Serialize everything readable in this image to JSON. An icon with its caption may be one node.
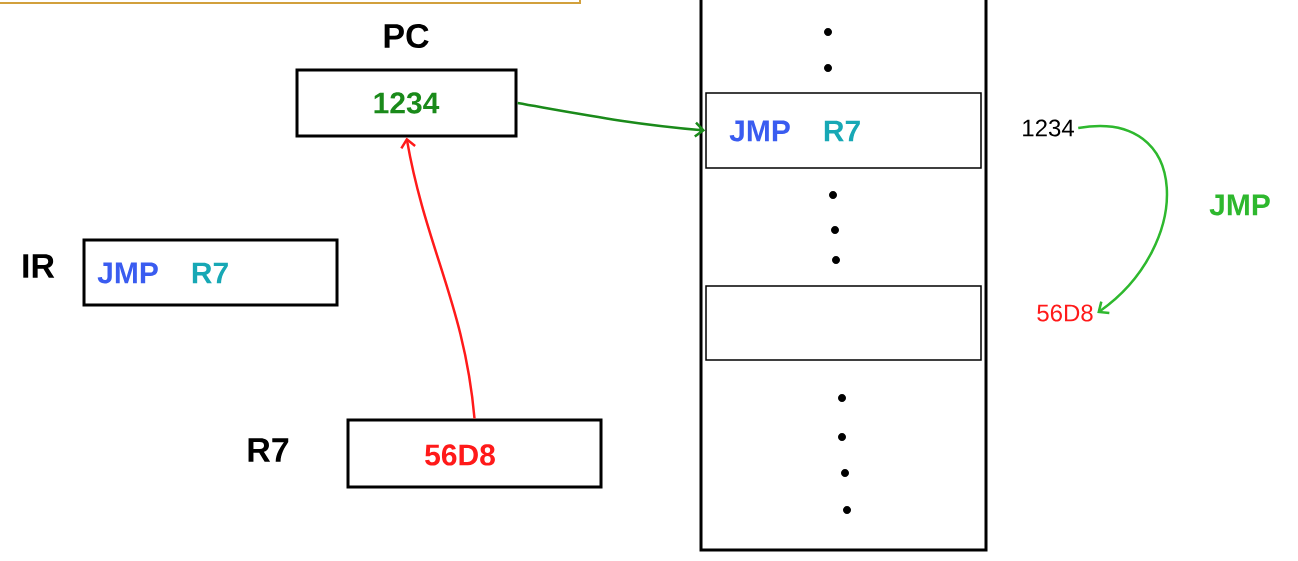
{
  "diagram": {
    "nodes": [
      {
        "text": [
          "PC",
          "1234"
        ]
      },
      {
        "text": [
          "IR",
          "JMP",
          "R7"
        ]
      },
      {
        "text": [
          "R7",
          "56D8"
        ]
      },
      {
        "text": [],
        "shape": "box"
      },
      {
        "text": [
          "JMP",
          "R7"
        ],
        "in": 3
      },
      {
        "text": [],
        "shape": "box",
        "in": 3
      },
      {
        "text": [
          "1234"
        ]
      },
      {
        "text": [
          "56D8"
        ]
      }
    ],
    "edges": [
      {
        "from": 0,
        "to": 4,
        "arrow": "to"
      },
      {
        "from": 2,
        "to": 0,
        "arrow": "to",
        "color": "#ff1a1a"
      },
      {
        "from": 6,
        "to": 7,
        "arrow": "to",
        "label": "JMP",
        "color": "#2eb82e"
      }
    ]
  }
}
